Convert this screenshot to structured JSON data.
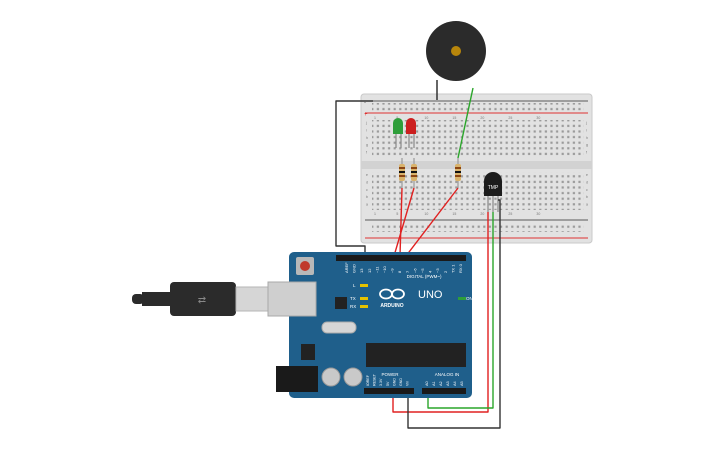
{
  "arduino": {
    "brand": "ARDUINO",
    "model": "UNO",
    "digital_label": "DIGITAL (PWM~)",
    "power_label": "POWER",
    "analog_label": "ANALOG IN",
    "on_label": "ON",
    "led_l": "L",
    "led_tx": "TX",
    "led_rx": "RX",
    "board_color": "#1f5f8b",
    "digital_pins": [
      "AREF",
      "GND",
      "13",
      "12",
      "~11",
      "~10",
      "~9",
      "8",
      "7",
      "~6",
      "~5",
      "4",
      "~3",
      "2",
      "TX 1",
      "RX 0"
    ],
    "power_pins": [
      "IOREF",
      "RESET",
      "3.3V",
      "5V",
      "GND",
      "GND",
      "Vin"
    ],
    "analog_pins": [
      "A0",
      "A1",
      "A2",
      "A3",
      "A4",
      "A5"
    ]
  },
  "breadboard": {
    "row_numbers": [
      "1",
      "5",
      "10",
      "15",
      "20",
      "25",
      "30"
    ],
    "row_letters_top": [
      "j",
      "i",
      "h",
      "g",
      "f"
    ],
    "row_letters_bottom": [
      "e",
      "d",
      "c",
      "b",
      "a"
    ],
    "rail_plus": "+",
    "rail_minus": "-"
  },
  "sensor": {
    "label": "TMP"
  },
  "colors": {
    "wire_red": "#e02020",
    "wire_green": "#2aa52a",
    "wire_black": "#333333",
    "led_green": "#2e9e3a",
    "led_red": "#cc1f1f",
    "buzzer": "#2b2b2b"
  }
}
